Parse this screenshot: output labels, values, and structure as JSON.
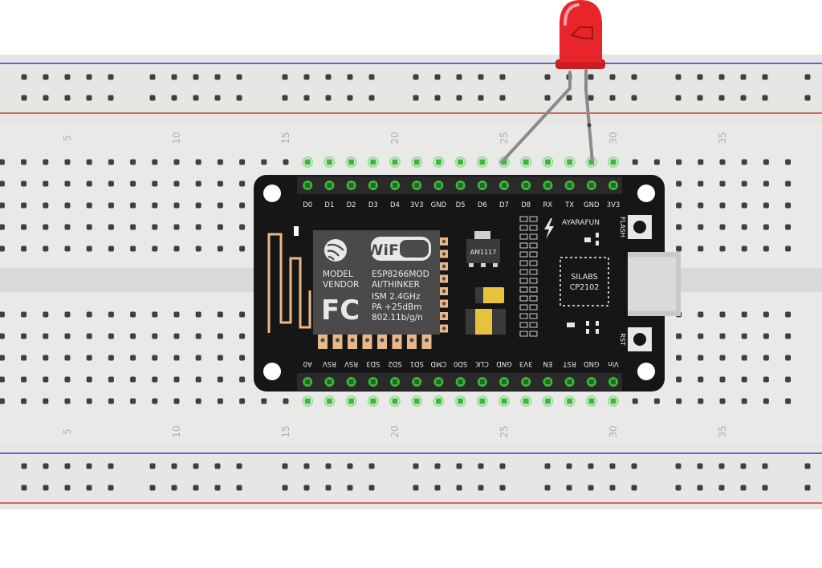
{
  "breadboard": {
    "column_numbers": [
      "5",
      "10",
      "15",
      "20",
      "25",
      "30",
      "35"
    ],
    "rail_colors": {
      "negative": "#3a3ad0",
      "positive": "#d23a3a"
    },
    "body_color": "#e6e6e4",
    "hole_color": "#3f3f3f",
    "active_hole_color": "#3eb53e"
  },
  "board": {
    "top_pin_labels": [
      "D0",
      "D1",
      "D2",
      "D3",
      "D4",
      "3V3",
      "GND",
      "D5",
      "D6",
      "D7",
      "D8",
      "RX",
      "TX",
      "GND",
      "3V3"
    ],
    "bottom_pin_labels": [
      "A0",
      "RSV",
      "RSV",
      "SD3",
      "SD2",
      "SD1",
      "CMD",
      "SD0",
      "CLK",
      "GND",
      "3V3",
      "EN",
      "RST",
      "GND",
      "Vin"
    ],
    "module": {
      "line1_left": "MODEL",
      "line2_left": "VENDOR",
      "line1_right": "ESP8266MOD",
      "line2_right": "AI/THINKER",
      "line3": "ISM 2.4GHz",
      "line4": "PA +25dBm",
      "line5": "802.11b/g/n",
      "wifi_logo": "WiFi",
      "fc_logo": "FC"
    },
    "regulator": "AM1117",
    "brand": "AYARAFUN",
    "usb_chip_line1": "SILABS",
    "usb_chip_line2": "CP2102",
    "flash_button": "FLASH",
    "rst_button": "RST",
    "colors": {
      "pcb": "#161616",
      "module": "#4a4a4a",
      "gold": "#e8b88a"
    }
  },
  "led": {
    "color": "#e8252a",
    "anode_wire_to": "D7",
    "cathode_wire_to": "GND"
  },
  "wire_color": "#8a8a8a"
}
